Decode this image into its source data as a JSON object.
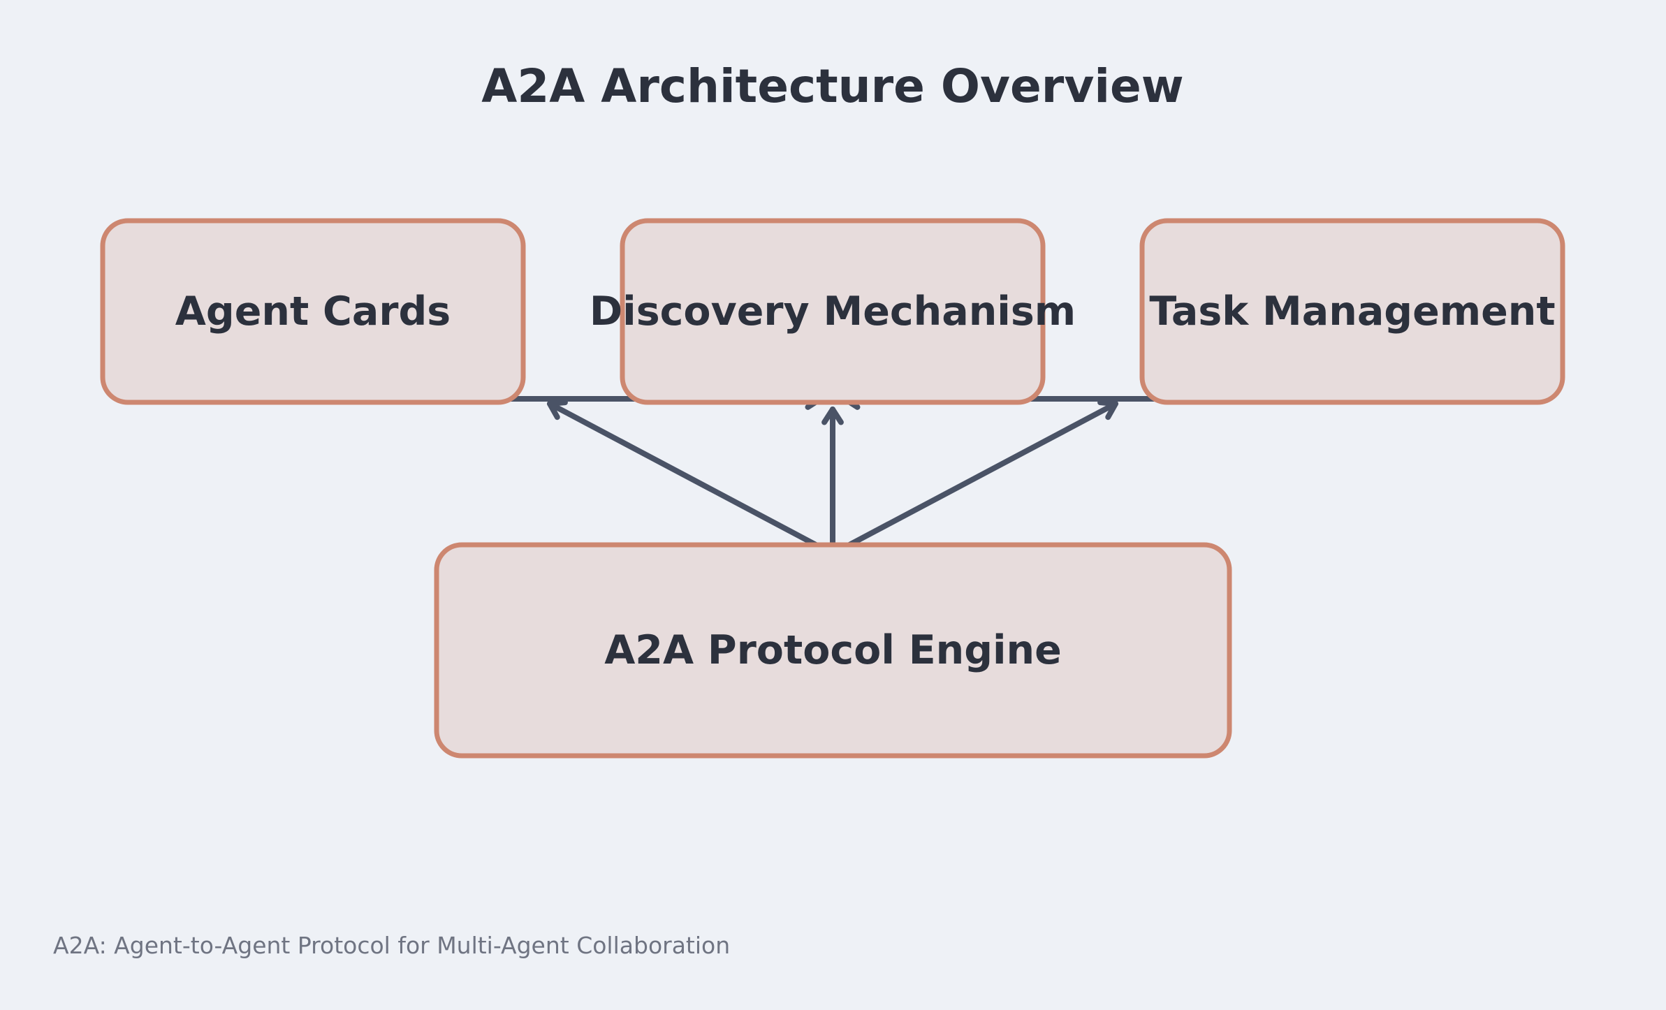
{
  "title": "A2A Architecture Overview",
  "caption": "A2A: Agent-to-Agent Protocol for Multi-Agent Collaboration",
  "colors": {
    "background": "#eef1f6",
    "node_fill": "#e7dcdc",
    "node_border": "#cd8770",
    "text": "#2c313d",
    "edge": "#4a5366",
    "caption": "#6f7482"
  },
  "nodes": [
    {
      "id": "agent-cards",
      "label": "Agent Cards"
    },
    {
      "id": "discovery-mechanism",
      "label": "Discovery Mechanism"
    },
    {
      "id": "task-management",
      "label": "Task Management"
    },
    {
      "id": "protocol-engine",
      "label": "A2A Protocol Engine"
    }
  ],
  "edges": [
    {
      "from": "agent-cards",
      "to": "discovery-mechanism"
    },
    {
      "from": "task-management",
      "to": "discovery-mechanism"
    },
    {
      "from": "protocol-engine",
      "to": "agent-cards"
    },
    {
      "from": "protocol-engine",
      "to": "discovery-mechanism"
    },
    {
      "from": "protocol-engine",
      "to": "task-management"
    }
  ]
}
